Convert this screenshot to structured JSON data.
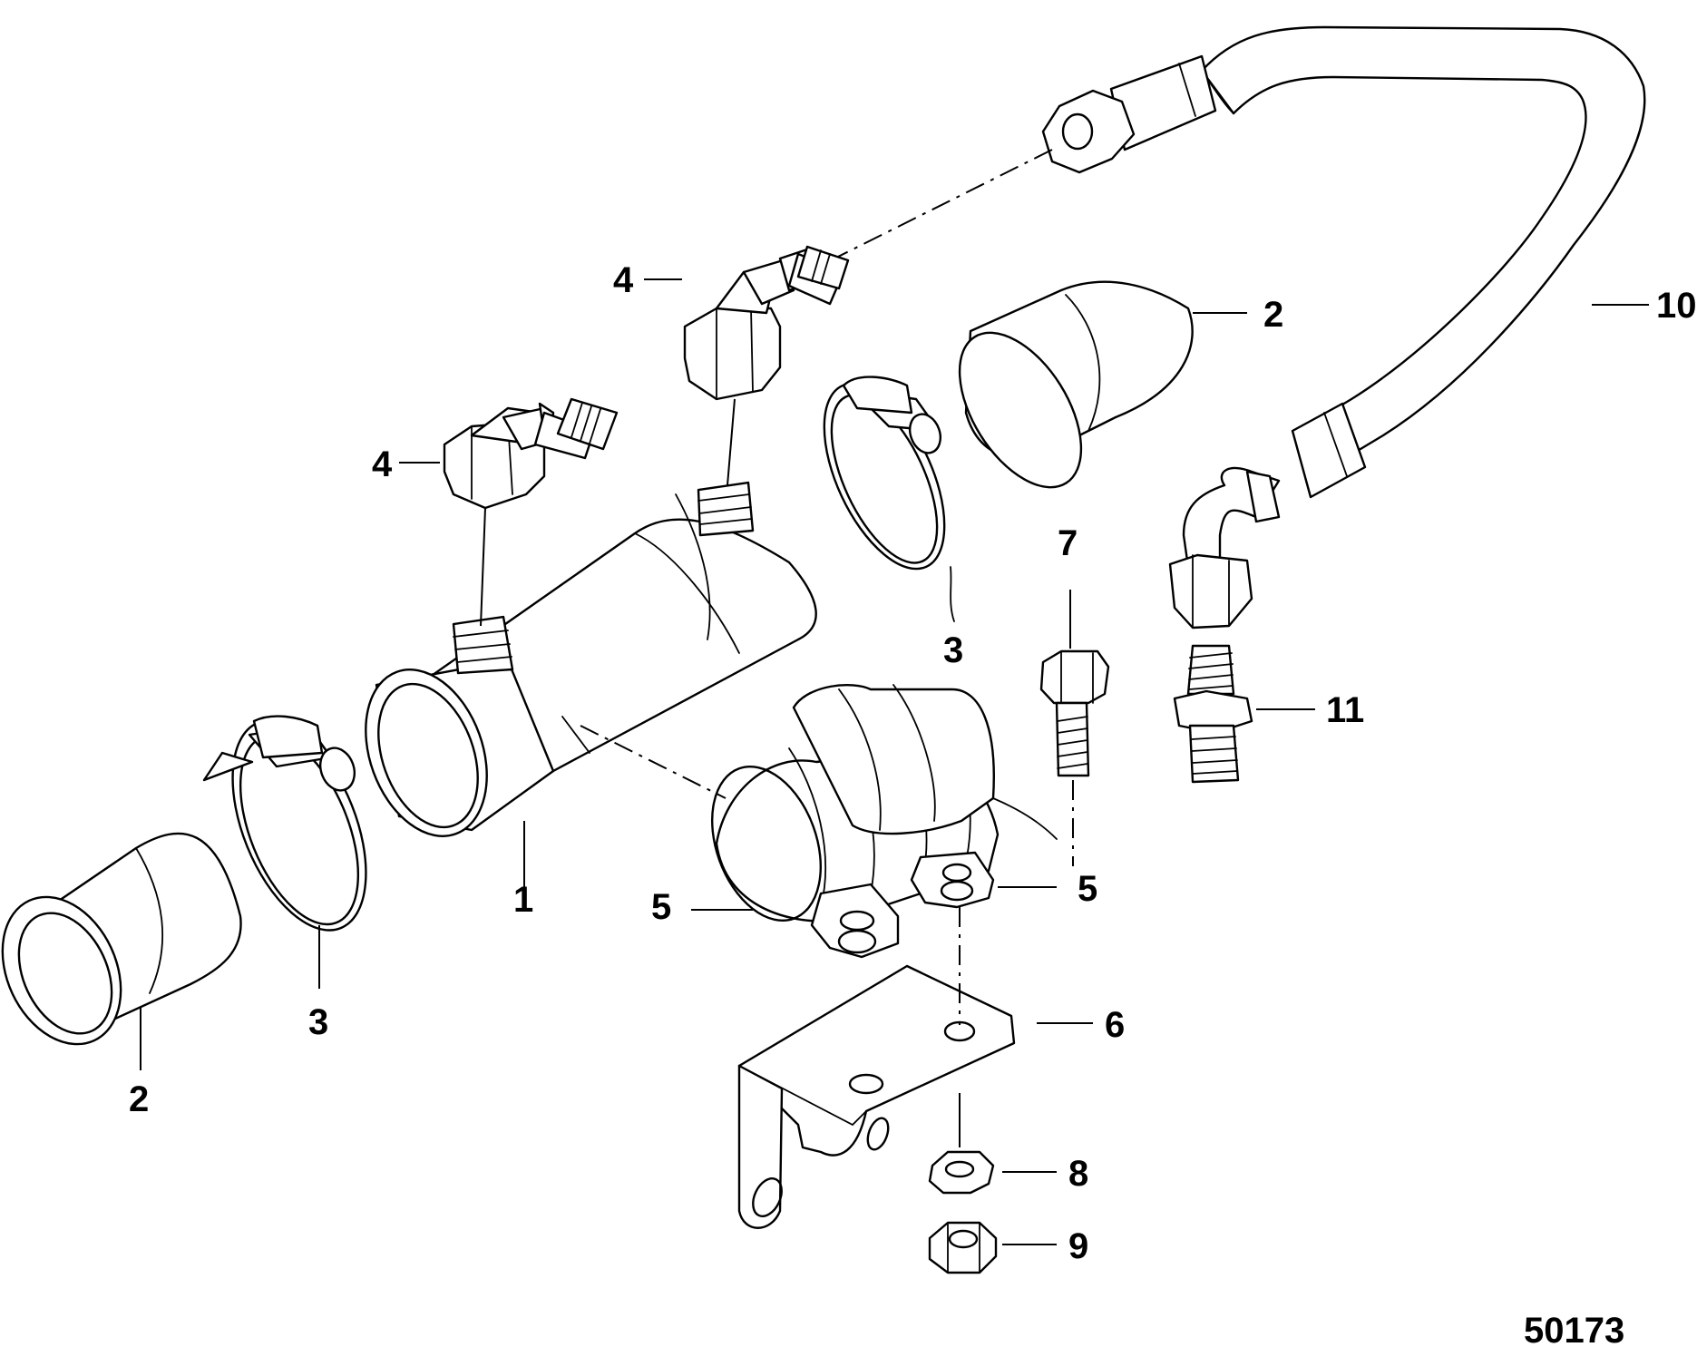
{
  "callouts": {
    "c1": "1",
    "c2a": "2",
    "c2b": "2",
    "c3a": "3",
    "c3b": "3",
    "c4a": "4",
    "c4b": "4",
    "c5a": "5",
    "c5b": "5",
    "c6": "6",
    "c7": "7",
    "c8": "8",
    "c9": "9",
    "c10": "10",
    "c11": "11"
  },
  "drawing_number": "50173",
  "parts": [
    {
      "id": "cooler-tube",
      "icon": "cylinder-icon"
    },
    {
      "id": "hose-sleeve",
      "icon": "sleeve-icon"
    },
    {
      "id": "hose-clamp",
      "icon": "clamp-icon"
    },
    {
      "id": "elbow-fitting",
      "icon": "elbow-fitting-icon"
    },
    {
      "id": "mounting-strap",
      "icon": "strap-icon"
    },
    {
      "id": "bracket",
      "icon": "bracket-icon"
    },
    {
      "id": "bolt",
      "icon": "bolt-icon"
    },
    {
      "id": "washer",
      "icon": "washer-icon"
    },
    {
      "id": "nut",
      "icon": "nut-icon"
    },
    {
      "id": "hose-assembly",
      "icon": "hose-icon"
    },
    {
      "id": "connector-fitting",
      "icon": "connector-icon"
    }
  ]
}
